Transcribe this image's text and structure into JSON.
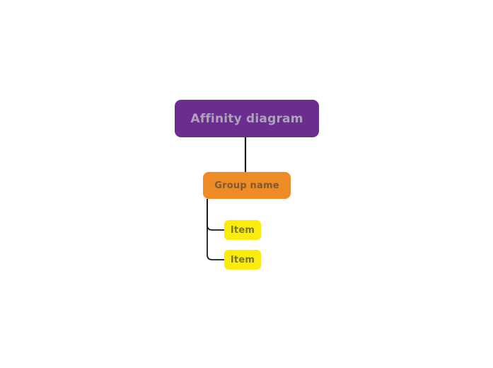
{
  "diagram": {
    "type": "affinity-diagram-tree",
    "background_color": "#ffffff",
    "connector_color": "#1a1a1a",
    "root": {
      "label": "Affinity diagram",
      "fill": "#6b2d90",
      "text_color": "#aea2bd"
    },
    "group": {
      "label": "Group name",
      "fill": "#ef8b26",
      "text_color": "#7c5a32"
    },
    "items": [
      {
        "label": "Item",
        "fill": "#fbec0b",
        "text_color": "#77772f"
      },
      {
        "label": "Item",
        "fill": "#fbec0b",
        "text_color": "#77772f"
      }
    ]
  }
}
